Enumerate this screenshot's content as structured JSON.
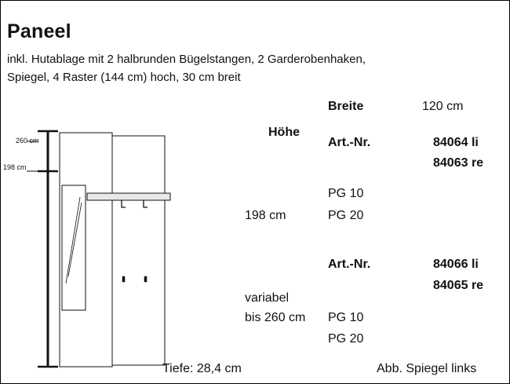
{
  "header": {
    "title": "Paneel",
    "description_line1": "inkl. Hutablage mit 2 halbrunden Bügelstangen, 2 Garderobenhaken,",
    "description_line2": "Spiegel, 4 Raster (144 cm) hoch, 30 cm breit"
  },
  "drawing": {
    "dim_top": "260 cm",
    "dim_mid": "198 cm",
    "depth": "Tiefe: 28,4 cm",
    "mirror_note": "Abb. Spiegel links"
  },
  "specs": {
    "width_label": "Breite",
    "width_value": "120 cm",
    "height_label": "Höhe",
    "row1": {
      "art_label": "Art.-Nr.",
      "art_left": "84064 li",
      "art_right": "84063 re",
      "height": "198 cm",
      "pg1": "PG 10",
      "pg2": "PG 20"
    },
    "row2": {
      "art_label": "Art.-Nr.",
      "art_left": "84066 li",
      "art_right": "84065 re",
      "height_line1": "variabel",
      "height_line2": "bis 260 cm",
      "pg1": "PG 10",
      "pg2": "PG 20"
    }
  }
}
